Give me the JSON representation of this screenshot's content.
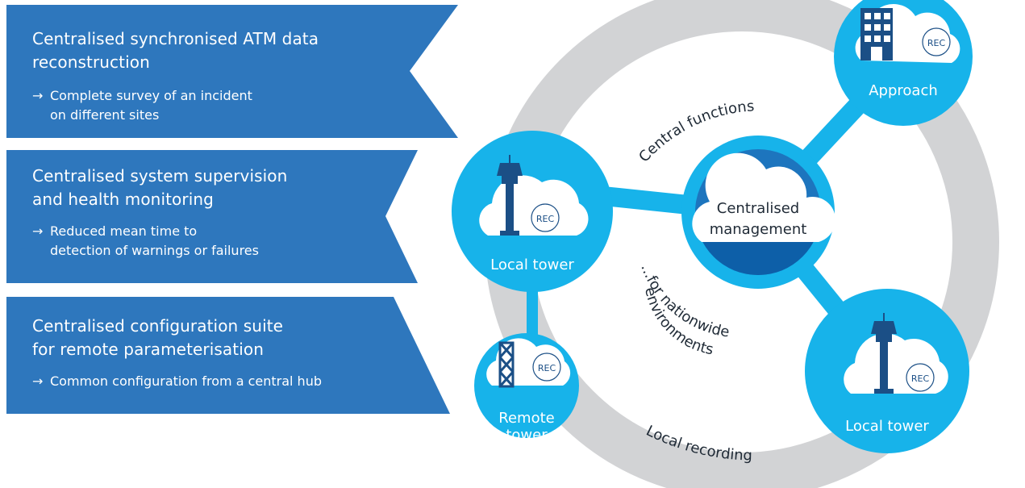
{
  "panels": [
    {
      "title_lines": [
        "Centralised synchronised ATM data",
        "reconstruction"
      ],
      "bullet_lines": [
        "Complete survey of an incident",
        "on different sites"
      ]
    },
    {
      "title_lines": [
        "Centralised system supervision",
        "and health monitoring"
      ],
      "bullet_lines": [
        "Reduced mean time to",
        "detection of warnings or failures"
      ]
    },
    {
      "title_lines": [
        "Centralised configuration suite",
        "for remote parameterisation"
      ],
      "bullet_lines": [
        "Common configuration from a central hub"
      ]
    }
  ],
  "arrow_glyph": "→",
  "nodes": {
    "approach": "Approach",
    "local_tower_left": "Local tower",
    "local_tower_right": "Local tower",
    "remote_tower_1": "Remote",
    "remote_tower_2": "tower",
    "center_1": "Centralised",
    "center_2": "management"
  },
  "rec_badge": "REC",
  "ring_labels": {
    "central_functions": "Central functions",
    "nationwide_1": "...for nationwide",
    "nationwide_2": "environments",
    "local_recording": "Local recording"
  },
  "colors": {
    "panel_blue": "#2e77bd",
    "node_blue": "#17b3ea",
    "center_dark": "#0d5fa8",
    "center_mid": "#1d75be",
    "ring_grey": "#d2d3d5",
    "icon_navy": "#1b4f86"
  }
}
